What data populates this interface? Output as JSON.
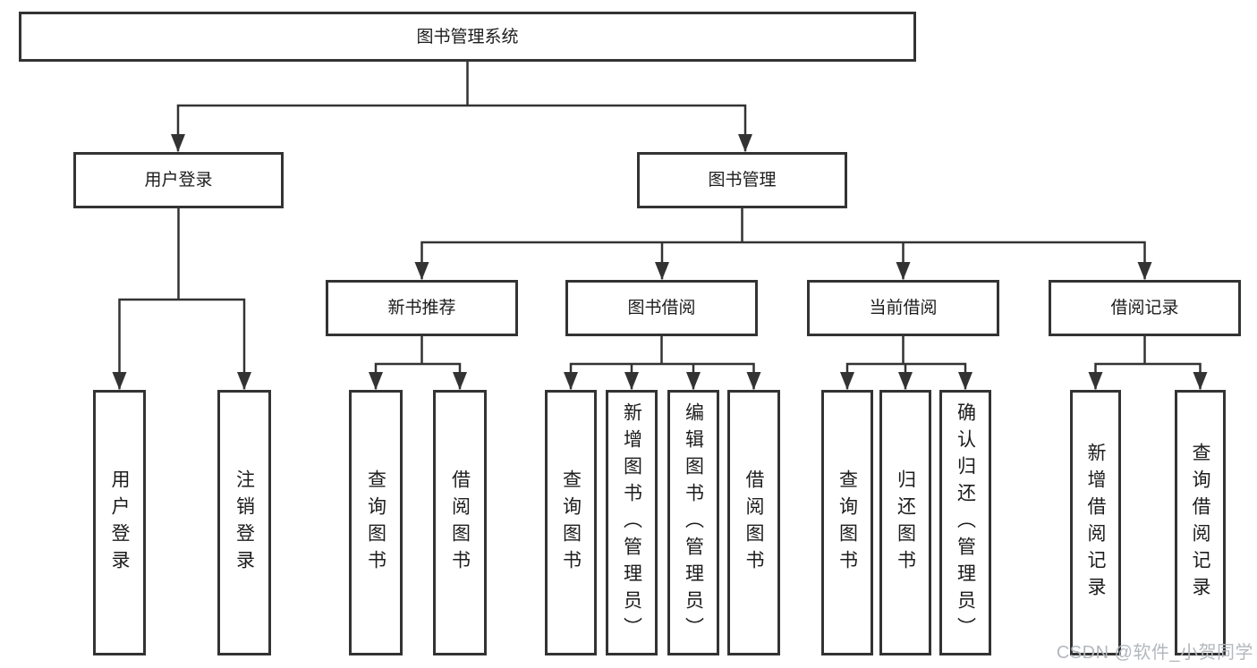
{
  "watermark": "CSDN @软件_小贺同学",
  "colors": {
    "line": "#333333",
    "box_border": "#333333",
    "box_fill": "#ffffff",
    "text": "#1c1c1e",
    "watermark": "#b3b8bd"
  },
  "tree": {
    "root": "图书管理系统",
    "branches": [
      {
        "label": "用户登录",
        "children": [
          "用户登录",
          "注销登录"
        ]
      },
      {
        "label": "图书管理",
        "sections": [
          {
            "label": "新书推荐",
            "children": [
              "查询图书",
              "借阅图书"
            ]
          },
          {
            "label": "图书借阅",
            "children": [
              "查询图书",
              "新增图书（管理员）",
              "编辑图书（管理员）",
              "借阅图书"
            ]
          },
          {
            "label": "当前借阅",
            "children": [
              "查询图书",
              "归还图书",
              "确认归还（管理员）"
            ]
          },
          {
            "label": "借阅记录",
            "children": [
              "新增借阅记录",
              "查询借阅记录"
            ]
          }
        ]
      }
    ]
  }
}
